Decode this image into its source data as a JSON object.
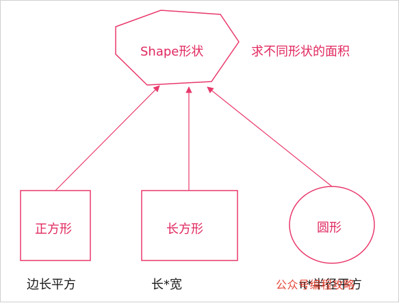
{
  "diagram": {
    "nodes": {
      "shape": "Shape形状",
      "square": "正方形",
      "rectangle": "长方形",
      "circle": "圆形"
    },
    "note": "求不同形状的面积",
    "formulas": {
      "square": "边长平方",
      "rectangle": "长*宽",
      "circle": "π*半径平方"
    },
    "watermark": "公众号编程攻略"
  },
  "colors": {
    "stroke": "#e8386b",
    "label": "#e0285f",
    "text": "#1a1a1a",
    "watermark": "#e23a2a"
  }
}
